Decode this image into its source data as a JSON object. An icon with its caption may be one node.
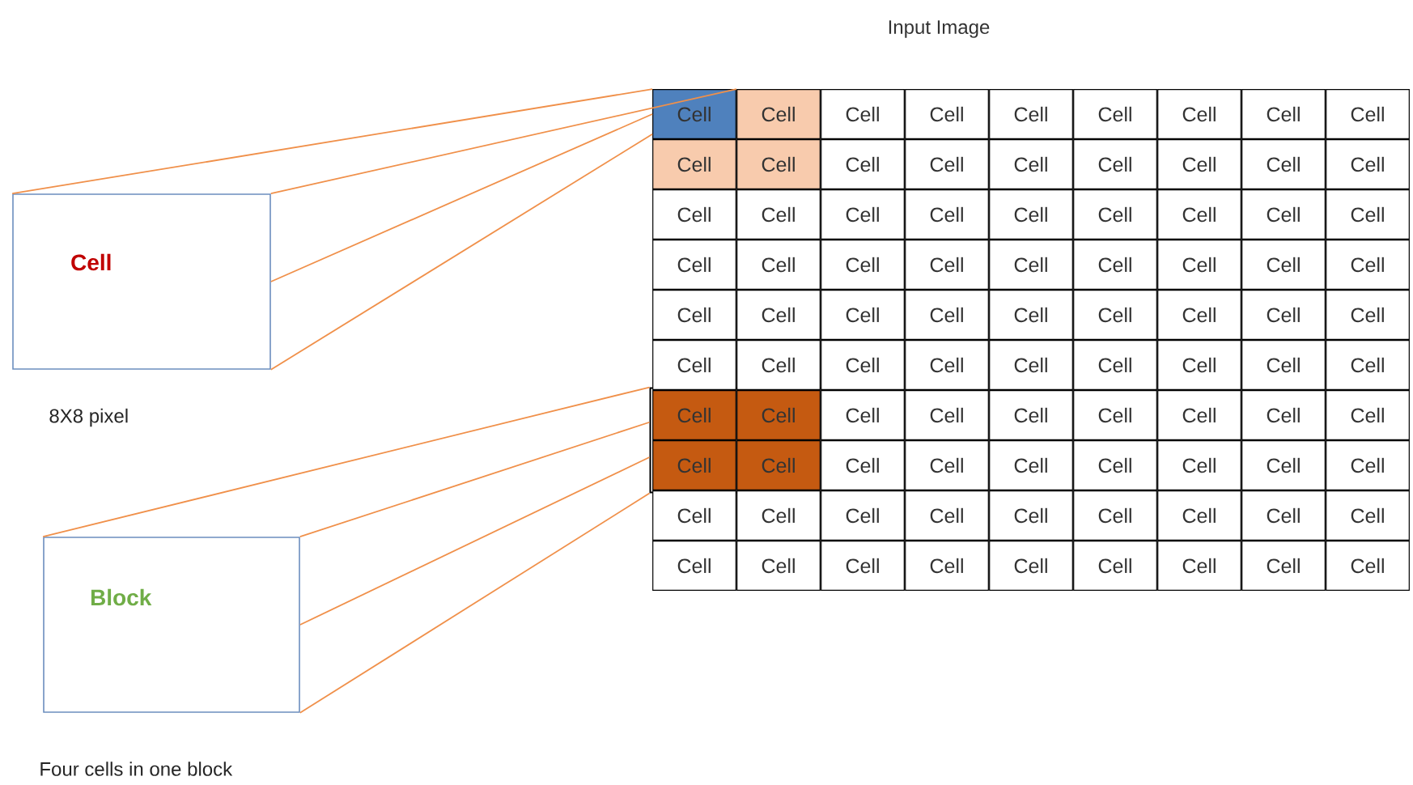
{
  "diagram": {
    "title": "Input Image",
    "nodes": [
      {
        "text": [
          "Cell"
        ],
        "beside": [
          "8X8 pixel"
        ]
      },
      {
        "text": [
          "Block"
        ],
        "beside": [
          "Four cells in one block"
        ]
      },
      {
        "text": [],
        "shape": "box"
      },
      {
        "text": [
          "Cell"
        ]
      },
      {
        "text": [
          "Cell"
        ]
      },
      {
        "text": [
          "Cell"
        ]
      },
      {
        "text": [
          "Cell"
        ]
      },
      {
        "text": [
          "Cell"
        ]
      },
      {
        "text": [
          "Cell"
        ]
      },
      {
        "text": [
          "Cell"
        ]
      },
      {
        "text": [
          "Cell"
        ]
      },
      {
        "text": [
          "Cell"
        ]
      },
      {
        "text": [
          "Cell"
        ]
      },
      {
        "text": [
          "Cell"
        ]
      },
      {
        "text": [
          "Cell"
        ]
      },
      {
        "text": [
          "Cell"
        ]
      },
      {
        "text": [
          "Cell"
        ]
      },
      {
        "text": [
          "Cell"
        ]
      },
      {
        "text": [
          "Cell"
        ]
      },
      {
        "text": [
          "Cell"
        ]
      },
      {
        "text": [
          "Cell"
        ]
      },
      {
        "text": [
          "Cell"
        ]
      },
      {
        "text": [
          "Cell"
        ]
      },
      {
        "text": [
          "Cell"
        ]
      },
      {
        "text": [
          "Cell"
        ]
      },
      {
        "text": [
          "Cell"
        ]
      },
      {
        "text": [
          "Cell"
        ]
      },
      {
        "text": [
          "Cell"
        ]
      },
      {
        "text": [
          "Cell"
        ]
      },
      {
        "text": [
          "Cell"
        ]
      },
      {
        "text": [
          "Cell"
        ]
      },
      {
        "text": [
          "Cell"
        ]
      },
      {
        "text": [
          "Cell"
        ]
      },
      {
        "text": [
          "Cell"
        ]
      },
      {
        "text": [
          "Cell"
        ]
      },
      {
        "text": [
          "Cell"
        ]
      },
      {
        "text": [
          "Cell"
        ]
      },
      {
        "text": [
          "Cell"
        ]
      },
      {
        "text": [
          "Cell"
        ]
      },
      {
        "text": [
          "Cell"
        ]
      },
      {
        "text": [
          "Cell"
        ]
      },
      {
        "text": [
          "Cell"
        ]
      },
      {
        "text": [
          "Cell"
        ]
      },
      {
        "text": [
          "Cell"
        ]
      },
      {
        "text": [
          "Cell"
        ]
      },
      {
        "text": [
          "Cell"
        ]
      },
      {
        "text": [
          "Cell"
        ]
      },
      {
        "text": [
          "Cell"
        ]
      },
      {
        "text": [
          "Cell"
        ]
      },
      {
        "text": [
          "Cell"
        ]
      },
      {
        "text": [
          "Cell"
        ]
      },
      {
        "text": [
          "Cell"
        ]
      },
      {
        "text": [
          "Cell"
        ]
      },
      {
        "text": [
          "Cell"
        ]
      },
      {
        "text": [
          "Cell"
        ]
      },
      {
        "text": [
          "Cell"
        ]
      },
      {
        "text": [
          "Cell"
        ]
      },
      {
        "text": [
          "Cell"
        ],
        "in": 2
      },
      {
        "text": [
          "Cell"
        ],
        "in": 2
      },
      {
        "text": [
          "Cell"
        ]
      },
      {
        "text": [
          "Cell"
        ]
      },
      {
        "text": [
          "Cell"
        ]
      },
      {
        "text": [
          "Cell"
        ]
      },
      {
        "text": [
          "Cell"
        ]
      },
      {
        "text": [
          "Cell"
        ]
      },
      {
        "text": [
          "Cell"
        ]
      },
      {
        "text": [
          "Cell"
        ],
        "in": 2
      },
      {
        "text": [
          "Cell"
        ],
        "in": 2
      },
      {
        "text": [
          "Cell"
        ]
      },
      {
        "text": [
          "Cell"
        ]
      },
      {
        "text": [
          "Cell"
        ]
      },
      {
        "text": [
          "Cell"
        ]
      },
      {
        "text": [
          "Cell"
        ]
      },
      {
        "text": [
          "Cell"
        ]
      },
      {
        "text": [
          "Cell"
        ]
      },
      {
        "text": [
          "Cell"
        ]
      },
      {
        "text": [
          "Cell"
        ]
      },
      {
        "text": [
          "Cell"
        ]
      },
      {
        "text": [
          "Cell"
        ]
      },
      {
        "text": [
          "Cell"
        ]
      },
      {
        "text": [
          "Cell"
        ]
      },
      {
        "text": [
          "Cell"
        ]
      },
      {
        "text": [
          "Cell"
        ]
      },
      {
        "text": [
          "Cell"
        ]
      },
      {
        "text": [
          "Cell"
        ]
      },
      {
        "text": [
          "Cell"
        ]
      },
      {
        "text": [
          "Cell"
        ]
      },
      {
        "text": [
          "Cell"
        ]
      },
      {
        "text": [
          "Cell"
        ]
      },
      {
        "text": [
          "Cell"
        ]
      },
      {
        "text": [
          "Cell"
        ]
      },
      {
        "text": [
          "Cell"
        ]
      },
      {
        "text": [
          "Cell"
        ]
      }
    ],
    "edges": [
      {
        "from": 0,
        "to": 3,
        "arrow": "none"
      },
      {
        "from": 0,
        "to": 3,
        "arrow": "none"
      },
      {
        "from": 0,
        "to": 3,
        "arrow": "none"
      },
      {
        "from": 0,
        "to": 3,
        "arrow": "none"
      },
      {
        "from": 1,
        "to": 2,
        "arrow": "none"
      },
      {
        "from": 1,
        "to": 2,
        "arrow": "none"
      },
      {
        "from": 1,
        "to": 2,
        "arrow": "none"
      },
      {
        "from": 1,
        "to": 2,
        "arrow": "none"
      }
    ]
  }
}
